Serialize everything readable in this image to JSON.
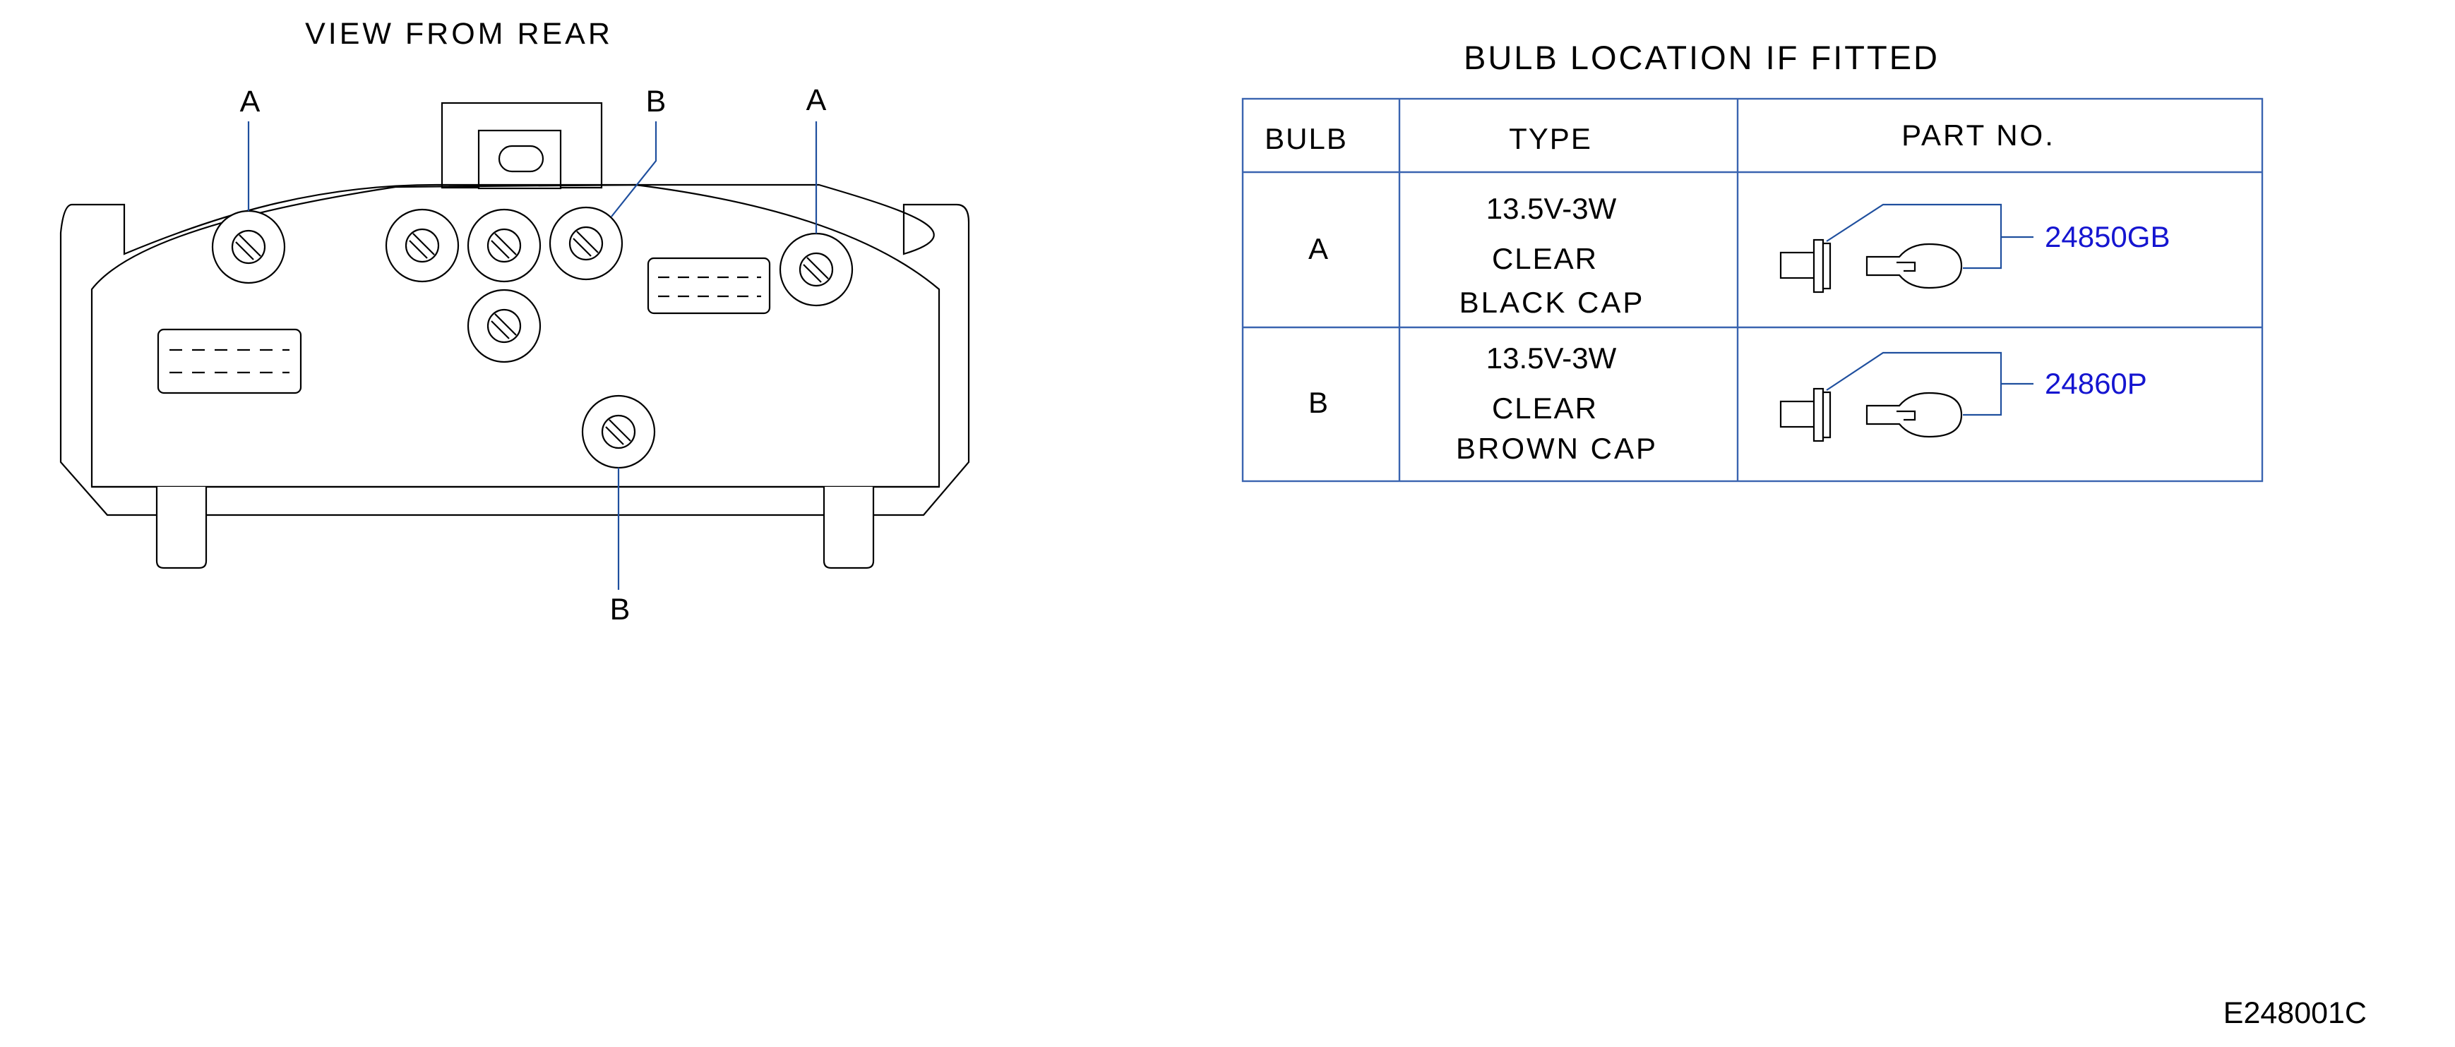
{
  "view_title": "VIEW FROM REAR",
  "callouts": {
    "a_left": "A",
    "b_top": "B",
    "a_right": "A",
    "b_bottom": "B"
  },
  "table": {
    "title": "BULB LOCATION IF FITTED",
    "headers": {
      "bulb": "BULB",
      "type": "TYPE",
      "part_no": "PART NO."
    },
    "rows": [
      {
        "bulb": "A",
        "type": [
          "13.5V-3W",
          "CLEAR",
          "BLACK CAP"
        ],
        "part_no": "24850GB"
      },
      {
        "bulb": "B",
        "type": [
          "13.5V-3W",
          "CLEAR",
          "BROWN CAP"
        ],
        "part_no": "24860P"
      }
    ]
  },
  "figure_code": "E248001C",
  "colors": {
    "part_number": "#1515d0",
    "leader_lines": "#1f4f9e",
    "table_grid": "#3a64b0"
  }
}
